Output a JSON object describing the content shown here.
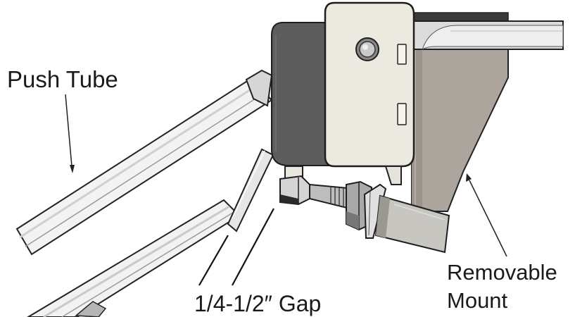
{
  "labels": {
    "push_tube": "Push Tube",
    "gap": "1/4-1/2″ Gap",
    "removable_line1": "Removable",
    "removable_line2": "Mount"
  },
  "colors": {
    "tube_fill": "#f2f2f2",
    "outline": "#1e1e1e",
    "dark_plate": "#5d5d5d",
    "plate_light": "#ece9e0",
    "mount_grey": "#aaa49d",
    "bolt_grey": "#c2c2c2"
  }
}
